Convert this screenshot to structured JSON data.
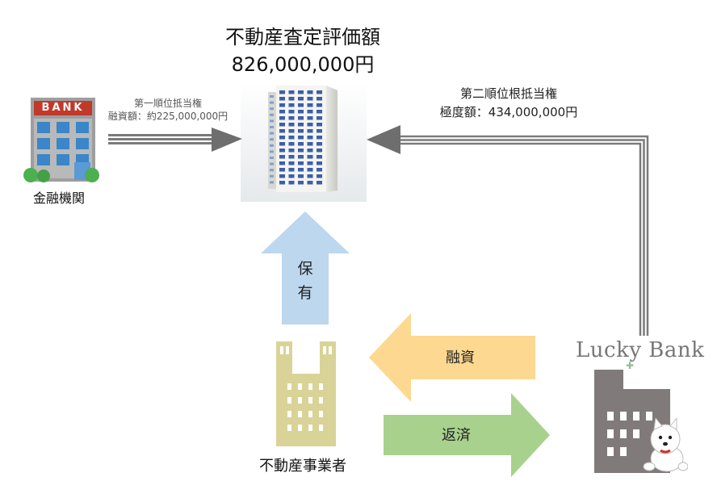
{
  "property": {
    "title": "不動産査定評価額",
    "value": "826,000,000円"
  },
  "bank": {
    "sign": "BANK",
    "label": "金融機関",
    "lien_title": "第一順位抵当権",
    "lien_amount": "融資額：約225,000,000円"
  },
  "lucky_bank": {
    "logo": "Lucky Bank",
    "lien_title": "第二順位根抵当権",
    "lien_amount": "極度額：434,000,000円"
  },
  "developer": {
    "label": "不動産事業者"
  },
  "arrows": {
    "hold": "保有",
    "loan": "融資",
    "repay": "返済"
  },
  "colors": {
    "hold_arrow": "#bcd7ee",
    "loan_arrow": "#fdd890",
    "repay_arrow": "#a9d18e",
    "developer_building": "#d9d397",
    "lucky_building": "#807a7a",
    "connector": "#7a7a7a"
  }
}
